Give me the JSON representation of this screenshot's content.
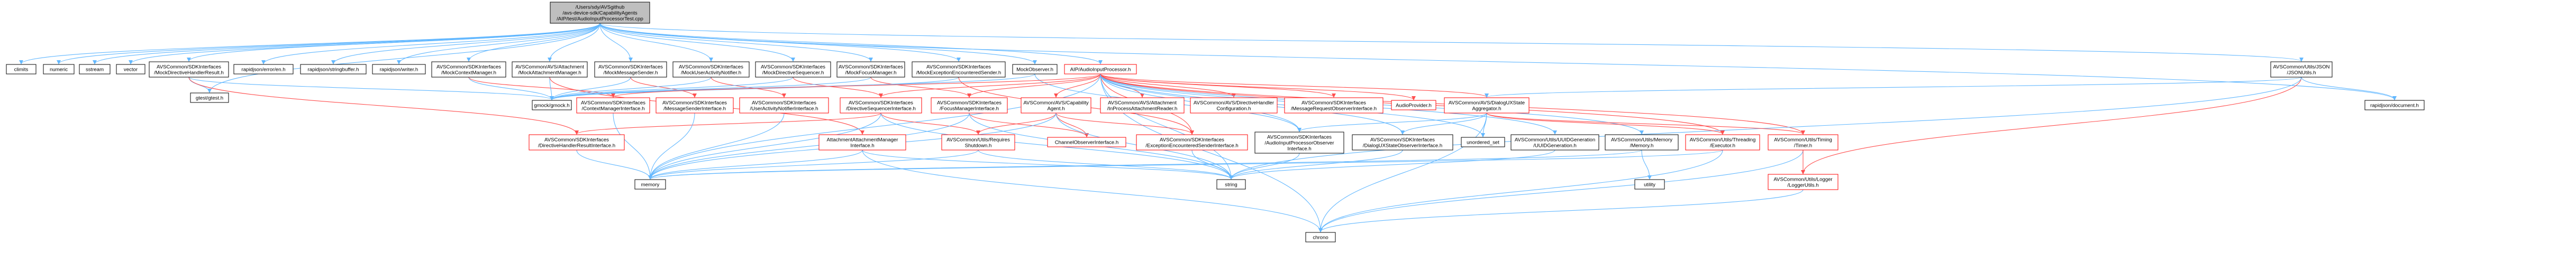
{
  "diagram": {
    "colors": {
      "edge": "#63b8ff",
      "include_edge": "#ff4f4f",
      "node_border": "#000000",
      "red_border": "#ff0000",
      "root_fill": "#bfbfbf",
      "node_fill": "#ffffff"
    },
    "nodes": {
      "root": {
        "lines": [
          "/Users/sdy/AVSgithub",
          "/avs-device-sdk/CapabilityAgents",
          "/AIP/test/AudioInputProcessorTest.cpp"
        ]
      },
      "climits": {
        "lines": [
          "climits"
        ]
      },
      "numeric": {
        "lines": [
          "numeric"
        ]
      },
      "sstream": {
        "lines": [
          "sstream"
        ]
      },
      "vector": {
        "lines": [
          "vector"
        ]
      },
      "mockdir": {
        "lines": [
          "AVSCommon/SDKInterfaces",
          "/MockDirectiveHandlerResult.h"
        ]
      },
      "rjerror": {
        "lines": [
          "rapidjson/error/en.h"
        ]
      },
      "rjstrbuf": {
        "lines": [
          "rapidjson/stringbuffer.h"
        ]
      },
      "rjwriter": {
        "lines": [
          "rapidjson/writer.h"
        ]
      },
      "mockctx": {
        "lines": [
          "AVSCommon/SDKInterfaces",
          "/MockContextManager.h"
        ]
      },
      "mockattach": {
        "lines": [
          "AVSCommon/AVS/Attachment",
          "/MockAttachmentManager.h"
        ]
      },
      "mockmsg": {
        "lines": [
          "AVSCommon/SDKInterfaces",
          "/MockMessageSender.h"
        ]
      },
      "mockuser": {
        "lines": [
          "AVSCommon/SDKInterfaces",
          "/MockUserActivityNotifier.h"
        ]
      },
      "mockseq": {
        "lines": [
          "AVSCommon/SDKInterfaces",
          "/MockDirectiveSequencer.h"
        ]
      },
      "mockfocus": {
        "lines": [
          "AVSCommon/SDKInterfaces",
          "/MockFocusManager.h"
        ]
      },
      "mockexc": {
        "lines": [
          "AVSCommon/SDKInterfaces",
          "/MockExceptionEncounteredSender.h"
        ]
      },
      "mockobs": {
        "lines": [
          "MockObserver.h"
        ]
      },
      "aip": {
        "lines": [
          "AIP/AudioInputProcessor.h"
        ]
      },
      "jsonutils": {
        "lines": [
          "AVSCommon/Utils/JSON",
          "/JSONUtils.h"
        ]
      },
      "gtest": {
        "lines": [
          "gtest/gtest.h"
        ]
      },
      "gmock": {
        "lines": [
          "gmock/gmock.h"
        ]
      },
      "ctxmgr": {
        "lines": [
          "AVSCommon/SDKInterfaces",
          "/ContextManagerInterface.h"
        ]
      },
      "msgsender": {
        "lines": [
          "AVSCommon/SDKInterfaces",
          "/MessageSenderInterface.h"
        ]
      },
      "useract": {
        "lines": [
          "AVSCommon/SDKInterfaces",
          "/UserActivityNotifierInterface.h"
        ]
      },
      "dirseq": {
        "lines": [
          "AVSCommon/SDKInterfaces",
          "/DirectiveSequencerInterface.h"
        ]
      },
      "focusif": {
        "lines": [
          "AVSCommon/SDKInterfaces",
          "/FocusManagerInterface.h"
        ]
      },
      "capagent": {
        "lines": [
          "AVSCommon/AVS/Capability",
          "Agent.h"
        ]
      },
      "attreader": {
        "lines": [
          "AVSCommon/AVS/Attachment",
          "/InProcessAttachmentReader.h"
        ]
      },
      "dirhandler": {
        "lines": [
          "AVSCommon/AVS/DirectiveHandler",
          "Configuration.h"
        ]
      },
      "msgreqobs": {
        "lines": [
          "AVSCommon/SDKInterfaces",
          "/MessageRequestObserverInterface.h"
        ]
      },
      "audioprov": {
        "lines": [
          "AudioProvider.h"
        ]
      },
      "dialogagg": {
        "lines": [
          "AVSCommon/AVS/DialogUXState",
          "Aggregator.h"
        ]
      },
      "rjdoc": {
        "lines": [
          "rapidjson/document.h"
        ]
      },
      "dirresult": {
        "lines": [
          "AVSCommon/SDKInterfaces",
          "/DirectiveHandlerResultInterface.h"
        ]
      },
      "attmgr": {
        "lines": [
          "AttachmentAttachmentManager",
          "Interface.h"
        ]
      },
      "reqshut": {
        "lines": [
          "AVSCommon/Utils/Requires",
          "Shutdown.h"
        ]
      },
      "chanobs": {
        "lines": [
          "ChannelObserverInterface.h"
        ]
      },
      "excsender": {
        "lines": [
          "AVSCommon/SDKInterfaces",
          "/ExceptionEncounteredSenderInterface.h"
        ]
      },
      "aipobs": {
        "lines": [
          "AVSCommon/SDKInterfaces",
          "/AudioInputProcessorObserver",
          "Interface.h"
        ]
      },
      "dialogobs": {
        "lines": [
          "AVSCommon/SDKInterfaces",
          "/DialogUXStateObserverInterface.h"
        ]
      },
      "unordered": {
        "lines": [
          "unordered_set"
        ]
      },
      "uuid": {
        "lines": [
          "AVSCommon/Utils/UUIDGeneration",
          "/UUIDGeneration.h"
        ]
      },
      "memoryh": {
        "lines": [
          "AVSCommon/Utils/Memory",
          "/Memory.h"
        ]
      },
      "executor": {
        "lines": [
          "AVSCommon/Utils/Threading",
          "/Executor.h"
        ]
      },
      "timer": {
        "lines": [
          "AVSCommon/Utils/Timing",
          "/Timer.h"
        ]
      },
      "memory": {
        "lines": [
          "memory"
        ]
      },
      "string": {
        "lines": [
          "string"
        ]
      },
      "utility": {
        "lines": [
          "utility"
        ]
      },
      "logger": {
        "lines": [
          "AVSCommon/Utils/Logger",
          "/LoggerUtils.h"
        ]
      },
      "chrono": {
        "lines": [
          "chrono"
        ]
      }
    }
  }
}
